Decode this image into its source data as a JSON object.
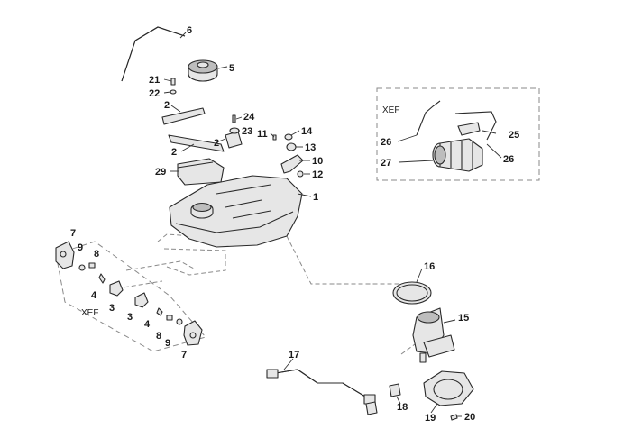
{
  "group_labels": {
    "xef_top": "XEF",
    "xef_left": "XEF"
  },
  "callouts": {
    "c1": "1",
    "c2a": "2",
    "c2b": "2",
    "c2c": "2",
    "c3a": "3",
    "c3b": "3",
    "c4a": "4",
    "c4b": "4",
    "c5": "5",
    "c6": "6",
    "c7a": "7",
    "c7b": "7",
    "c8a": "8",
    "c8b": "8",
    "c9a": "9",
    "c9b": "9",
    "c10": "10",
    "c11": "11",
    "c12": "12",
    "c13": "13",
    "c14": "14",
    "c15": "15",
    "c16": "16",
    "c17": "17",
    "c18": "18",
    "c19": "19",
    "c20": "20",
    "c21": "21",
    "c22": "22",
    "c23": "23",
    "c24": "24",
    "c25": "25",
    "c26a": "26",
    "c26b": "26",
    "c27": "27",
    "c29": "29"
  }
}
